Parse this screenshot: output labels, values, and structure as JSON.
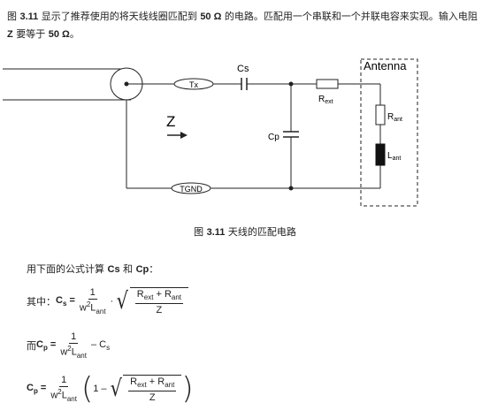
{
  "intro": {
    "text1": "图 ",
    "fig_ref": "3.11",
    "text2": " 显示了推荐使用的将天线线圈匹配到 ",
    "value": "50 Ω",
    "text3": " 的电路。匹配用一个串联和一个并联电容来实现。输入电阻 ",
    "z": "Z",
    "text4": " 要等于 ",
    "value2": "50 Ω",
    "text5": "。"
  },
  "circuit": {
    "cs_label": "Cs",
    "tx_label": "Tx",
    "rext_label": "Rext",
    "antenna_label": "Antenna",
    "rant_label": "Rant",
    "lant_label": "Lant",
    "cp_label": "Cp",
    "z_label": "Z",
    "tgnd_label": "TGND"
  },
  "caption": {
    "prefix": "图 ",
    "number": "3.11",
    "text": "   天线的匹配电路"
  },
  "formulas": {
    "lead_text": "用下面的公式计算 ",
    "lead_cs": "Cs",
    "lead_and": " 和 ",
    "lead_cp": "Cp",
    "lead_colon": "：",
    "eq1_prefix": "其中：",
    "eq2_prefix": "而 ",
    "one": "1",
    "z": "Z",
    "minus_cs": "– C",
    "one_minus": "1 –"
  }
}
